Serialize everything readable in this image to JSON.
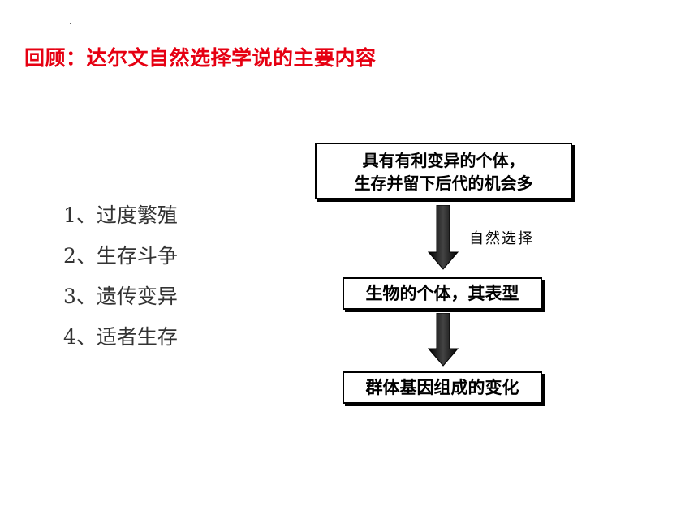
{
  "title": "回顾：达尔文自然选择学说的主要内容",
  "colors": {
    "title": "#e60012",
    "text": "#333333",
    "box_border": "#000000"
  },
  "points": [
    "1、过度繁殖",
    "2、生存斗争",
    "3、遗传变异",
    "4、适者生存"
  ],
  "flow": {
    "box1": {
      "line1": "具有有利变异的个体，",
      "line2": "生存并留下后代的机会多"
    },
    "arrow_label": "自然选择",
    "box2": "生物的个体，其表型",
    "box3": "群体基因组成的变化"
  }
}
